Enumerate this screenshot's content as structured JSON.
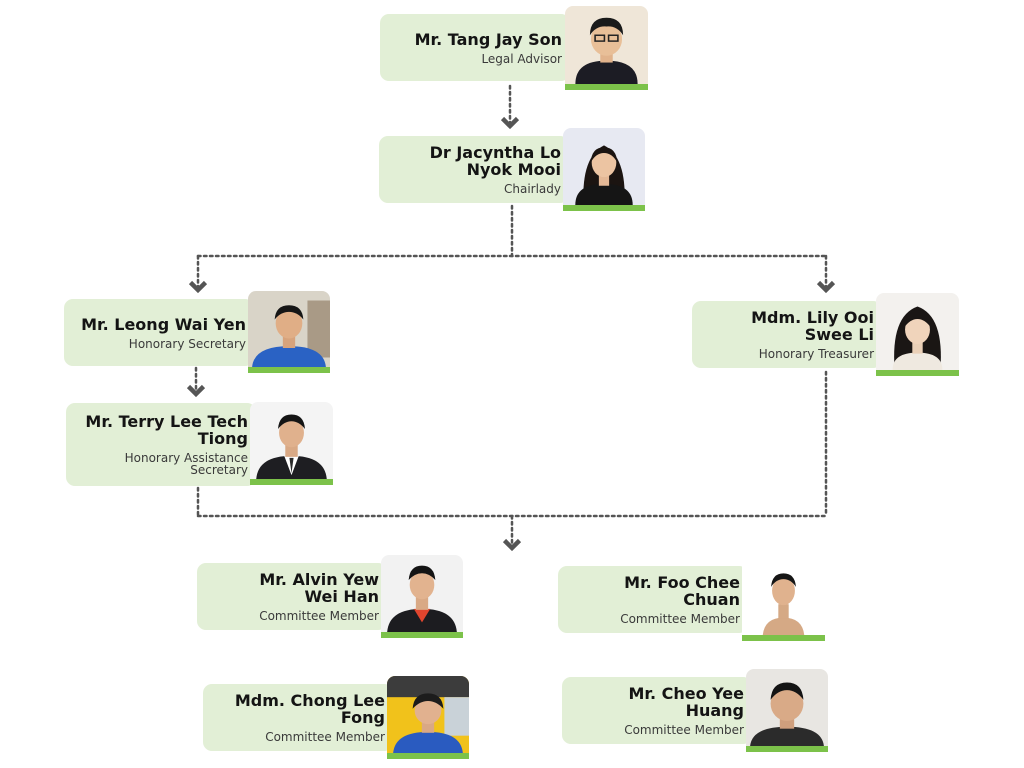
{
  "people": {
    "legal_advisor": {
      "name": "Mr. Tang Jay Son",
      "role": "Legal Advisor"
    },
    "chairlady": {
      "name": "Dr Jacyntha Lo\nNyok Mooi",
      "role": "Chairlady"
    },
    "honorary_secretary": {
      "name": "Mr. Leong Wai Yen",
      "role": "Honorary Secretary"
    },
    "honorary_treasurer": {
      "name": "Mdm. Lily Ooi\nSwee Li",
      "role": "Honorary Treasurer"
    },
    "honorary_assistance_secretary": {
      "name": "Mr. Terry Lee Tech\nTiong",
      "role": "Honorary Assistance\nSecretary"
    },
    "committee_member_1": {
      "name": "Mr. Alvin Yew\nWei Han",
      "role": "Committee Member"
    },
    "committee_member_2": {
      "name": "Mr. Foo Chee\nChuan",
      "role": "Committee Member"
    },
    "committee_member_3": {
      "name": "Mdm. Chong Lee\nFong",
      "role": "Committee Member"
    },
    "committee_member_4": {
      "name": "Mr. Cheo Yee\nHuang",
      "role": "Committee Member"
    }
  },
  "colors": {
    "card_background": "#e2efd6",
    "photo_accent": "#7cc24a",
    "connector": "#555555"
  },
  "icons": {
    "connector_arrow": "arrow-down-icon",
    "portrait": "person-photo-icon"
  }
}
